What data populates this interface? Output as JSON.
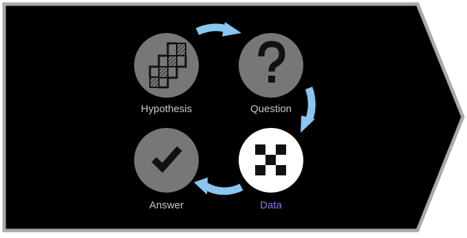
{
  "diagram": {
    "colors": {
      "background": "#000000",
      "frame": "#a9a9a9",
      "node_fill": "#777777",
      "node_active_fill": "#ffffff",
      "icon_dark": "#111111",
      "arrow": "#88c6ef",
      "label": "#c8c8c8",
      "label_active": "#7b7ff0"
    },
    "nodes": [
      {
        "id": "hypothesis",
        "label": "Hypothesis",
        "icon": "dna-strand-icon",
        "active": false
      },
      {
        "id": "question",
        "label": "Question",
        "icon": "question-mark-icon",
        "active": false
      },
      {
        "id": "data",
        "label": "Data",
        "icon": "checkerboard-icon",
        "active": true
      },
      {
        "id": "answer",
        "label": "Answer",
        "icon": "checkmark-icon",
        "active": false
      }
    ],
    "cycle_order": [
      "hypothesis",
      "question",
      "data",
      "answer"
    ]
  }
}
